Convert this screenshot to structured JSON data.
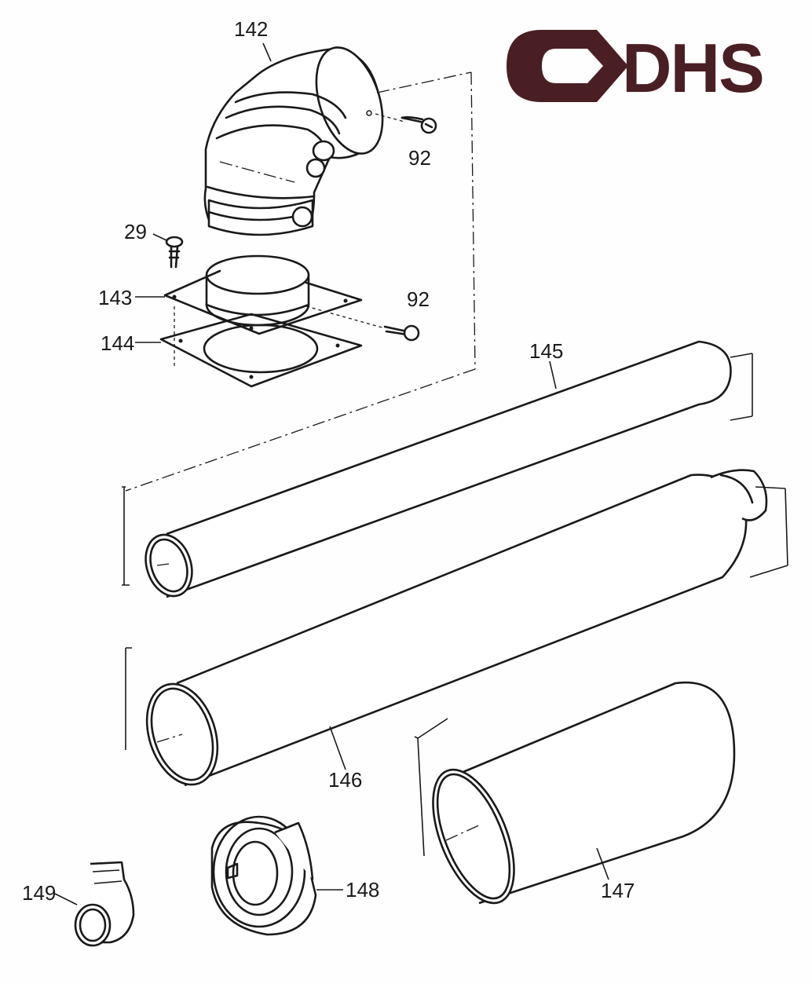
{
  "logo": {
    "text": "DHS",
    "color": "#4a1f23"
  },
  "part_labels": [
    {
      "id": "142",
      "text": "142"
    },
    {
      "id": "92a",
      "text": "92"
    },
    {
      "id": "29",
      "text": "29"
    },
    {
      "id": "143",
      "text": "143"
    },
    {
      "id": "92b",
      "text": "92"
    },
    {
      "id": "144",
      "text": "144"
    },
    {
      "id": "145",
      "text": "145"
    },
    {
      "id": "146",
      "text": "146"
    },
    {
      "id": "147",
      "text": "147"
    },
    {
      "id": "148",
      "text": "148"
    },
    {
      "id": "149",
      "text": "149"
    }
  ]
}
